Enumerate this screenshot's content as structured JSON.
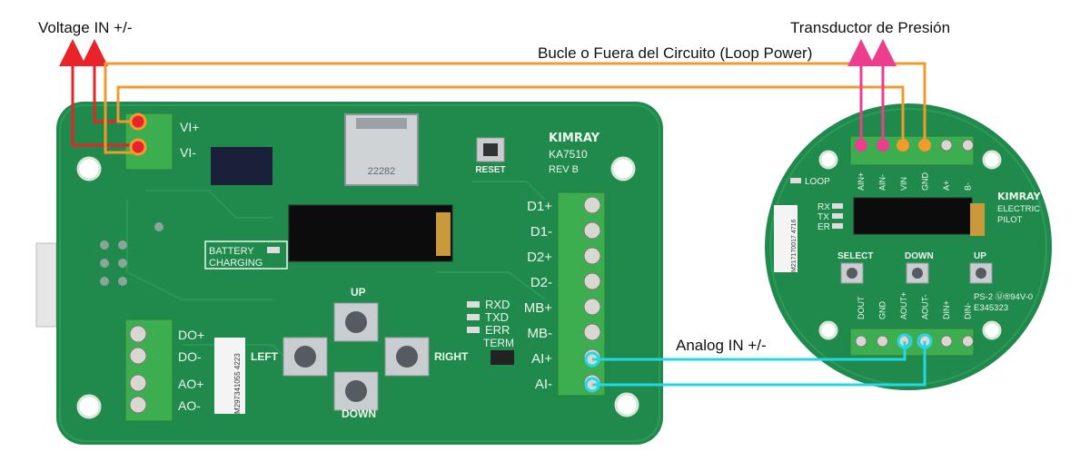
{
  "labels": {
    "voltage_in": "Voltage IN +/-",
    "transducer": "Transductor de Presión",
    "loop_power": "Bucle o Fuera del Circuito (Loop Power)",
    "analog_in": "Analog IN +/-"
  },
  "main_board": {
    "brand": "KIMRAY",
    "model": "KA7510",
    "rev": "REV B",
    "reset": "RESET",
    "vi_plus": "VI+",
    "vi_minus": "VI-",
    "battery": "BATTERY",
    "charging": "CHARGING",
    "terminals": [
      "D1+",
      "D1-",
      "D2+",
      "D2-",
      "MB+",
      "MB-",
      "AI+",
      "AI-"
    ],
    "do_plus": "DO+",
    "do_minus": "DO-",
    "ao_plus": "AO+",
    "ao_minus": "AO-",
    "up": "UP",
    "down": "DOWN",
    "left": "LEFT",
    "right": "RIGHT",
    "rxd": "RXD",
    "txd": "TXD",
    "err": "ERR",
    "term": "TERM",
    "serial": "M297341055 4223",
    "sd_number": "22282"
  },
  "pilot_board": {
    "brand": "KIMRAY",
    "line1": "ELECTRIC",
    "line2": "PILOT",
    "loop": "LOOP",
    "rx": "RX",
    "tx": "TX",
    "er": "ER",
    "select": "SELECT",
    "down": "DOWN",
    "up": "UP",
    "top_pins": [
      "AIN+",
      "AIN-",
      "VIN",
      "GND",
      "A+",
      "B-"
    ],
    "bottom_pins": [
      "DOUT",
      "GND",
      "AOUT+",
      "AOUT-",
      "DIN+",
      "DIN-"
    ],
    "cert1": "PS-2 Ⓤ®94V-0",
    "cert2": "E345323",
    "serial": "M217170017 4716"
  },
  "colors": {
    "voltage_wire": "#e8232a",
    "loop_wire": "#f29a2c",
    "transducer_wire": "#ec3d8f",
    "analog_wire": "#22d8e6",
    "pcb": "#1f8a4c",
    "terminal_block": "#3dae4f"
  }
}
